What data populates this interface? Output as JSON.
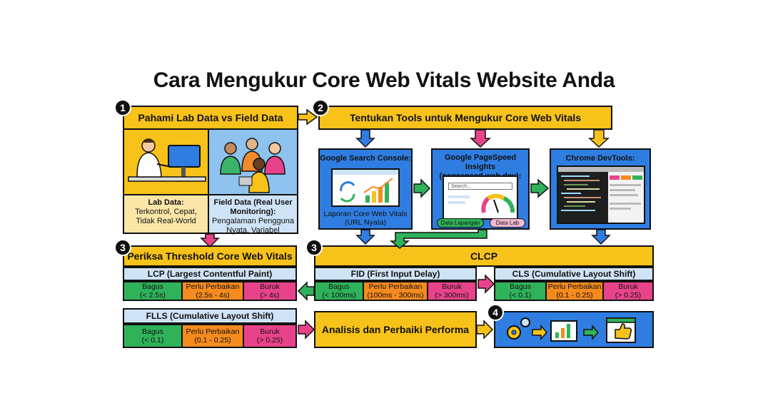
{
  "title": "Cara Mengukur Core Web Vitals Website Anda",
  "step1": {
    "badge": "1",
    "heading": "Pahami Lab Data vs Field Data",
    "lab_title": "Lab Data:",
    "lab_desc": "Terkontrol, Cepat, Tidak Real-World",
    "field_title": "Field Data (Real User Monitoring):",
    "field_desc": "Pengalaman Pengguna Nyata, Variabel"
  },
  "step2": {
    "badge": "2",
    "heading": "Tentukan Tools untuk Mengukur Core Web Vitals",
    "gsc_title": "Google Search Console:",
    "gsc_caption": "Laporan Core Web Vitals (URL Nyata)",
    "psi_title": "Google PageSpeed Insights (pagespeed.web.dev):",
    "psi_search": "Search...",
    "psi_field": "Data Lapangan",
    "psi_lab": "Data Lab",
    "devtools_title": "Chrome DevTools:"
  },
  "step3a": {
    "badge": "3",
    "heading": "Periksa Threshold Core Web Vitals",
    "lcp": {
      "label": "LCP (Largest Contentful Paint)",
      "good": "Bagus",
      "good_v": "(< 2.5s)",
      "mid": "Perlu Perbaikan",
      "mid_v": "(2.5s - 4s)",
      "bad": "Buruk",
      "bad_v": "(> 4s)"
    },
    "flls": {
      "label": "FLLS (Cumulative Layout Shift)",
      "good": "Bagus",
      "good_v": "(< 0.1)",
      "mid": "Perlu Perbaikan",
      "mid_v": "(0.1 - 0.25)",
      "bad": "Buruk",
      "bad_v": "(> 0.25)"
    }
  },
  "step3b": {
    "badge": "3",
    "heading": "CLCP",
    "fid": {
      "label": "FID (First Input Delay)",
      "good": "Bagus",
      "good_v": "(< 100ms)",
      "mid": "Perlu Perbaikan",
      "mid_v": "(100ms - 300ms)",
      "bad": "Buruk",
      "bad_v": "(> 300ms)"
    },
    "cls": {
      "label": "CLS (Cumulative Layout Shift)",
      "good": "Bagus",
      "good_v": "(< 0.1)",
      "mid": "Perlu Perbaikan",
      "mid_v": "(0.1 - 0.25)",
      "bad": "Buruk",
      "bad_v": "(> 0.25)"
    }
  },
  "step4": {
    "badge": "4",
    "heading": "Analisis dan Perbaiki Performa"
  },
  "colors": {
    "yellow": "#f7c21a",
    "blue": "#2f7de1",
    "green": "#2fb25a",
    "orange": "#f58a1f",
    "pink": "#e8438a",
    "light_blue": "#cfe3f6"
  },
  "icons": [
    "gear-icon",
    "chart-icon",
    "thumbs-up-icon",
    "gauge-icon",
    "refresh-icon"
  ]
}
